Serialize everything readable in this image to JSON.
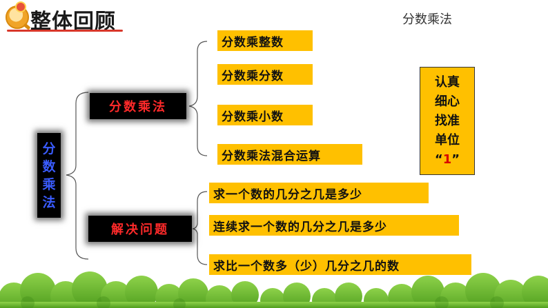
{
  "header": {
    "title": "整体回顾",
    "topic": "分数乘法"
  },
  "root": {
    "chars": [
      "分",
      "数",
      "乘",
      "法"
    ]
  },
  "branches": [
    {
      "label": "分数乘法",
      "items": [
        "分数乘整数",
        "分数乘分数",
        "分数乘小数",
        "分数乘法混合运算"
      ]
    },
    {
      "label": "解决问题",
      "items": [
        "求一个数的几分之几是多少",
        "连续求一个数的几分之几是多少",
        "求比一个数多（少）几分之几的数"
      ]
    }
  ],
  "tip": {
    "lines": [
      "认真",
      "细心",
      "找准",
      "单位"
    ],
    "quote_open": "“",
    "number": "1",
    "quote_close": "”"
  },
  "colors": {
    "item_bg": "#ffc000",
    "branch_text": "#ff2a2a",
    "root_text": "#3a5cff",
    "accent_red": "#d8372a"
  }
}
